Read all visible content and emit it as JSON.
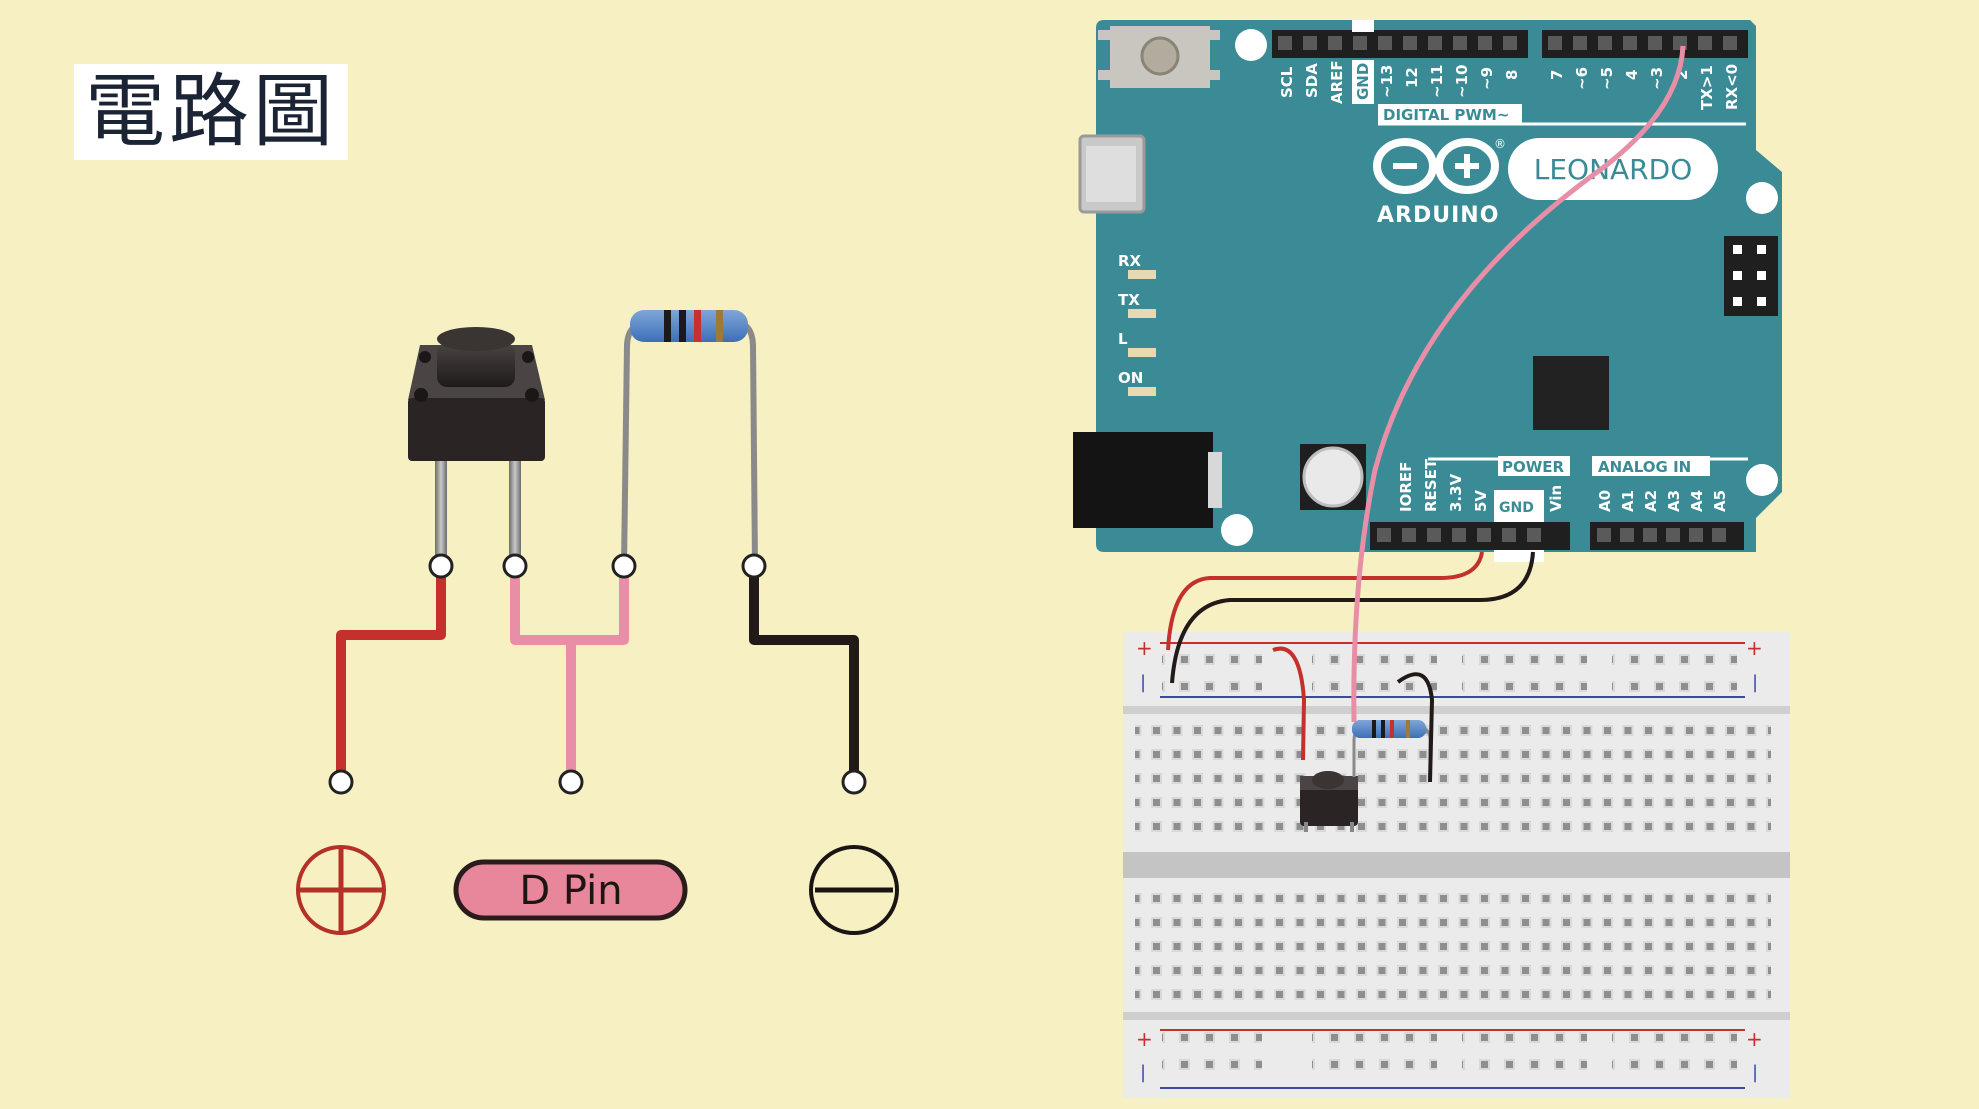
{
  "title": "電路圖",
  "schematic": {
    "terminals": {
      "plus_symbol": "+",
      "dpin_label": "D Pin",
      "minus_symbol": "−"
    }
  },
  "arduino": {
    "brand": "ARDUINO",
    "model": "LEONARDO",
    "registered_mark": "®",
    "digital_section_label": "DIGITAL PWM~",
    "digital_pins_left": [
      "SCL",
      "SDA",
      "AREF",
      "GND",
      "~13",
      "12",
      "~11",
      "~10",
      "~9",
      "8"
    ],
    "digital_pins_right": [
      "7",
      "~6",
      "~5",
      "4",
      "~3",
      "2",
      "TX>1",
      "RX<0"
    ],
    "leds": [
      "RX",
      "TX",
      "L",
      "ON"
    ],
    "power_section_label": "POWER",
    "power_pins": [
      "IOREF",
      "RESET",
      "3.3V",
      "5V",
      "GND",
      "GND",
      "Vin"
    ],
    "analog_section_label": "ANALOG  IN",
    "analog_pins": [
      "A0",
      "A1",
      "A2",
      "A3",
      "A4",
      "A5"
    ]
  },
  "breadboard": {
    "plus_mark": "+",
    "minus_mark": "|"
  },
  "colors": {
    "background": "#f6f0c2",
    "board": "#3a8b96",
    "red_wire": "#c4302b",
    "pink_wire": "#e88fa7",
    "black_wire": "#221a18",
    "dpin_fill": "#e8879b"
  }
}
